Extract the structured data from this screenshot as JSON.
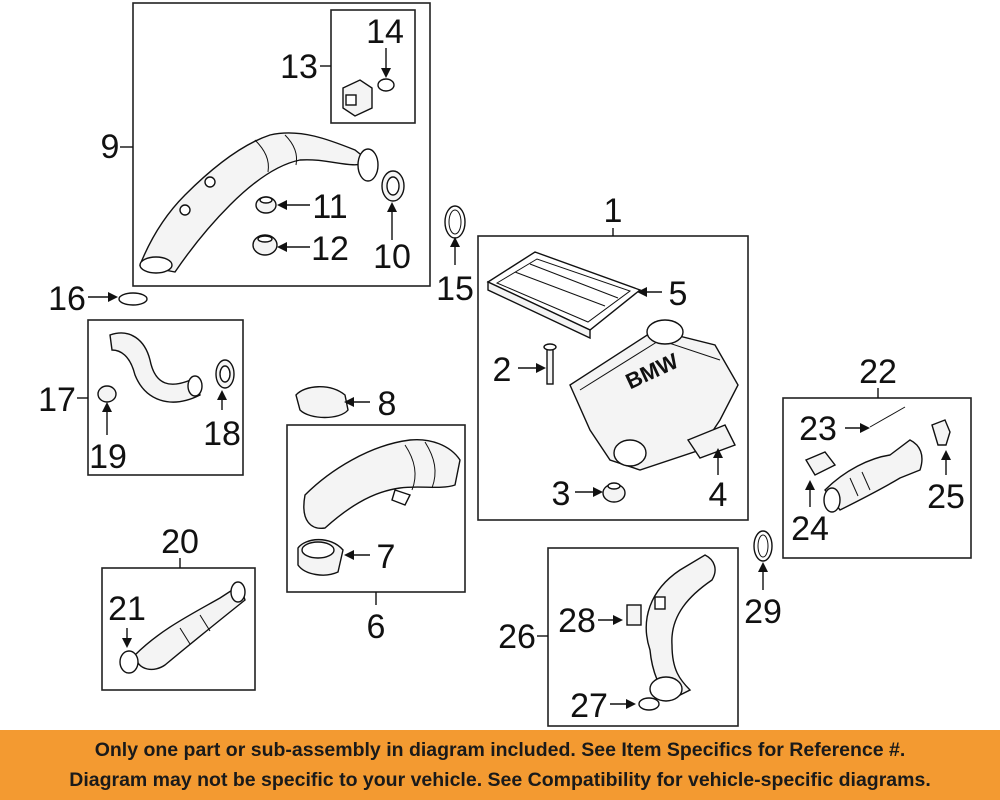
{
  "callouts": {
    "c1": "1",
    "c2": "2",
    "c3": "3",
    "c4": "4",
    "c5": "5",
    "c6": "6",
    "c7": "7",
    "c8": "8",
    "c9": "9",
    "c10": "10",
    "c11": "11",
    "c12": "12",
    "c13": "13",
    "c14": "14",
    "c15": "15",
    "c16": "16",
    "c17": "17",
    "c18": "18",
    "c19": "19",
    "c20": "20",
    "c21": "21",
    "c22": "22",
    "c23": "23",
    "c24": "24",
    "c25": "25",
    "c26": "26",
    "c27": "27",
    "c28": "28",
    "c29": "29"
  },
  "housing_logo": "BMW",
  "banner": {
    "line1": "Only one part or sub-assembly in diagram included. See Item Specifics for Reference #.",
    "line2": "Diagram may not be specific to your vehicle. See Compatibility for vehicle-specific diagrams.",
    "color": "#f39a31"
  }
}
